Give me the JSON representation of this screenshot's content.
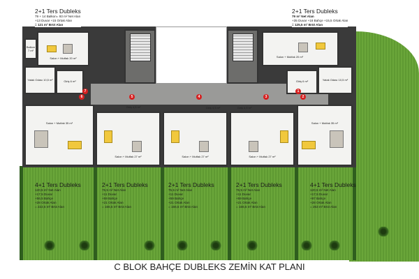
{
  "title": "C BLOK BAHÇE DUBLEKS ZEMİN KAT PLANI",
  "upper_units": [
    {
      "name": "2+1 Ters Dubleks",
      "l1": "79 + 14 Balkon= 93 m² Net Alan",
      "l2": "+13 Duvar +15 Ortak Alan",
      "l3": "= 121 m² Brüt Alan"
    },
    {
      "name": "2+1 Ters Dubleks",
      "l1": "79 m² Net Alan",
      "l2": "+35 Duvar +18 Bahçe +15,5 Ortak Alan",
      "l3": "= 125,5 m² Brüt Alan"
    }
  ],
  "lower_units": [
    {
      "name": "4+1 Ters Dubleks",
      "l1": "120,5 m² Net Alan",
      "l2": "+17,5 Duvar",
      "l3": "+56,5 Bahçe",
      "l4": "+28 Ortak Alan",
      "l5": "= 222,5 m² Brüt Alan"
    },
    {
      "name": "2+1 Ters Dubleks",
      "l1": "75,5 m² Net Alan",
      "l2": "+11 Duvar",
      "l3": "+59 Bahçe",
      "l4": "+21 Ortak Alan",
      "l5": "= 166,5 m² Brüt Alan"
    },
    {
      "name": "2+1 Ters Dubleks",
      "l1": "75,5 m² Net Alan",
      "l2": "+11 Duvar",
      "l3": "+59 Bahçe",
      "l4": "+21 Ortak Alan",
      "l5": "= 166,5 m² Brüt Alan"
    },
    {
      "name": "2+1 Ters Dubleks",
      "l1": "75,5 m² Net Alan",
      "l2": "+11 Duvar",
      "l3": "+59 Bahçe",
      "l4": "+21 Ortak Alan",
      "l5": "= 166,5 m² Brüt Alan"
    },
    {
      "name": "4+1 Ters Dubleks",
      "l1": "120,5 m² Net Alan",
      "l2": "+17,5 Duvar",
      "l3": "+97 Bahçe",
      "l4": "+28 Ortak Alan",
      "l5": "= 263 m² Brüt Alan"
    }
  ],
  "rooms": {
    "balkon": "Balkon 7 m²",
    "salon_up_l": "Salon + Mutfak 20 m²",
    "salon_up_r": "Salon + Mutfak 20 m²",
    "yatak_l": "Yatak Odası 10,5 m²",
    "yatak_r": "Yatak Odası 10,5 m²",
    "giris_l": "Giriş 6 m²",
    "giris_r": "Giriş 6 m²",
    "salon1": "Salon + Mutfak 35 m²",
    "salon2": "Salon + Mutfak 27 m²",
    "salon3": "Salon + Mutfak 27 m²",
    "salon4": "Salon + Mutfak 27 m²",
    "salon5": "Salon + Mutfak 35 m²",
    "giris2": "Giriş 4,5 m²",
    "giris3": "Giriş 4,5 m²",
    "giris4": "Giriş 4,5 m²"
  },
  "markers": [
    "7",
    "6",
    "5",
    "4",
    "3",
    "1",
    "2"
  ]
}
